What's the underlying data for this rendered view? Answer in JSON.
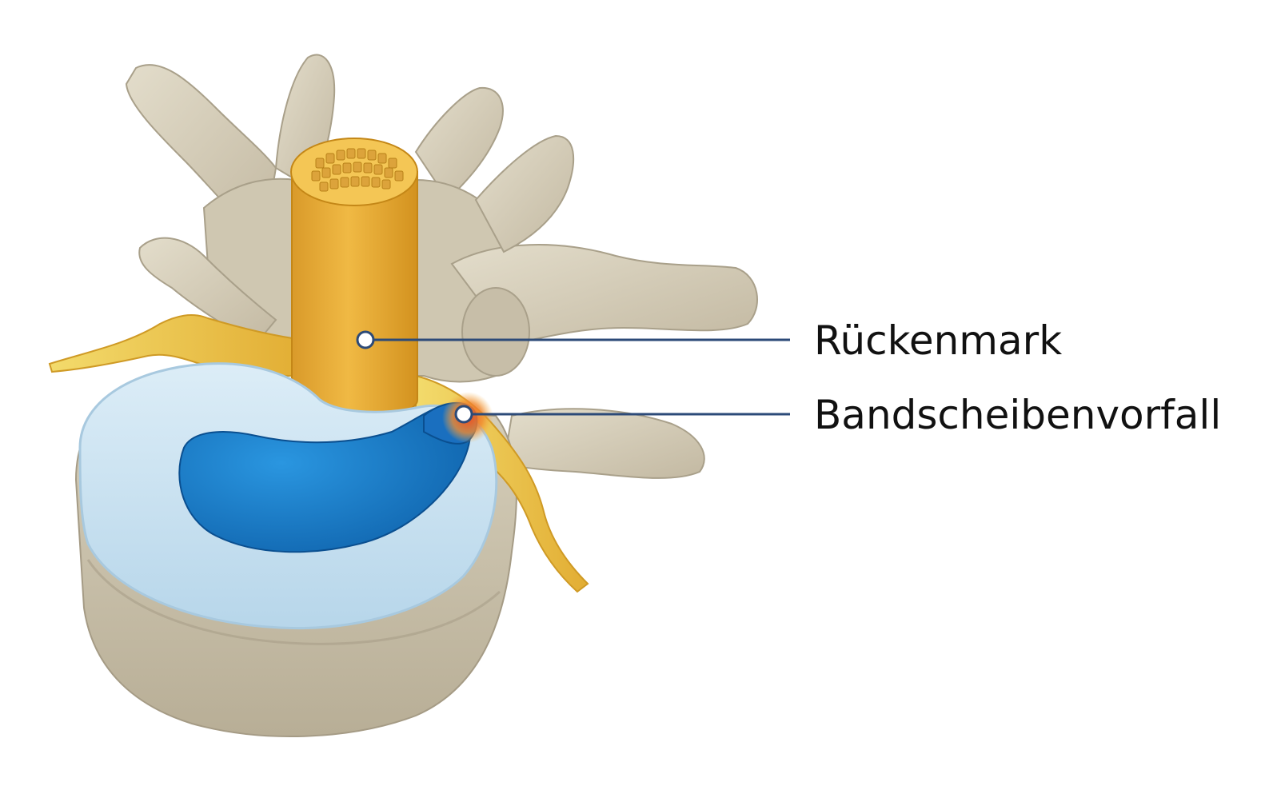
{
  "diagram": {
    "labels": [
      {
        "id": "spinal-cord",
        "text": "Rückenmark"
      },
      {
        "id": "herniated-disc",
        "text": "Bandscheibenvorfall"
      }
    ],
    "colors": {
      "bone": "#d9d2bf",
      "bone_shadow": "#b7ae98",
      "spinal_cord": "#e8ad3a",
      "nerve": "#f0cc55",
      "disc_outer": "#c9e3f2",
      "disc_inner": "#1676c4",
      "inflammation": "#e8421e",
      "leader_line": "#2c4a78"
    }
  }
}
